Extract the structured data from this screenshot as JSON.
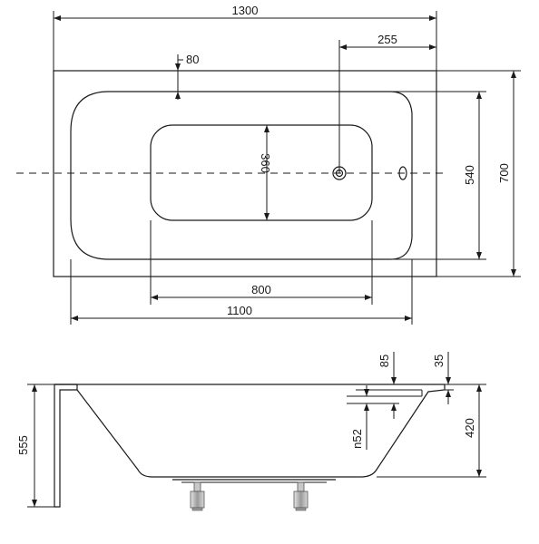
{
  "top_view": {
    "dim_length": "1300",
    "dim_offset_drain": "255",
    "dim_rim": "80",
    "dim_inner_width": "360",
    "dim_inner_length": "800",
    "dim_width_540": "540",
    "dim_width_700": "700",
    "dim_length_1100": "1100"
  },
  "side_view": {
    "dim_height_555": "555",
    "dim_85": "85",
    "dim_35": "35",
    "dim_n52": "n52",
    "dim_420": "420"
  },
  "colors": {
    "line": "#1a1a1a",
    "background": "#ffffff",
    "legs": "#b8b8b8"
  }
}
